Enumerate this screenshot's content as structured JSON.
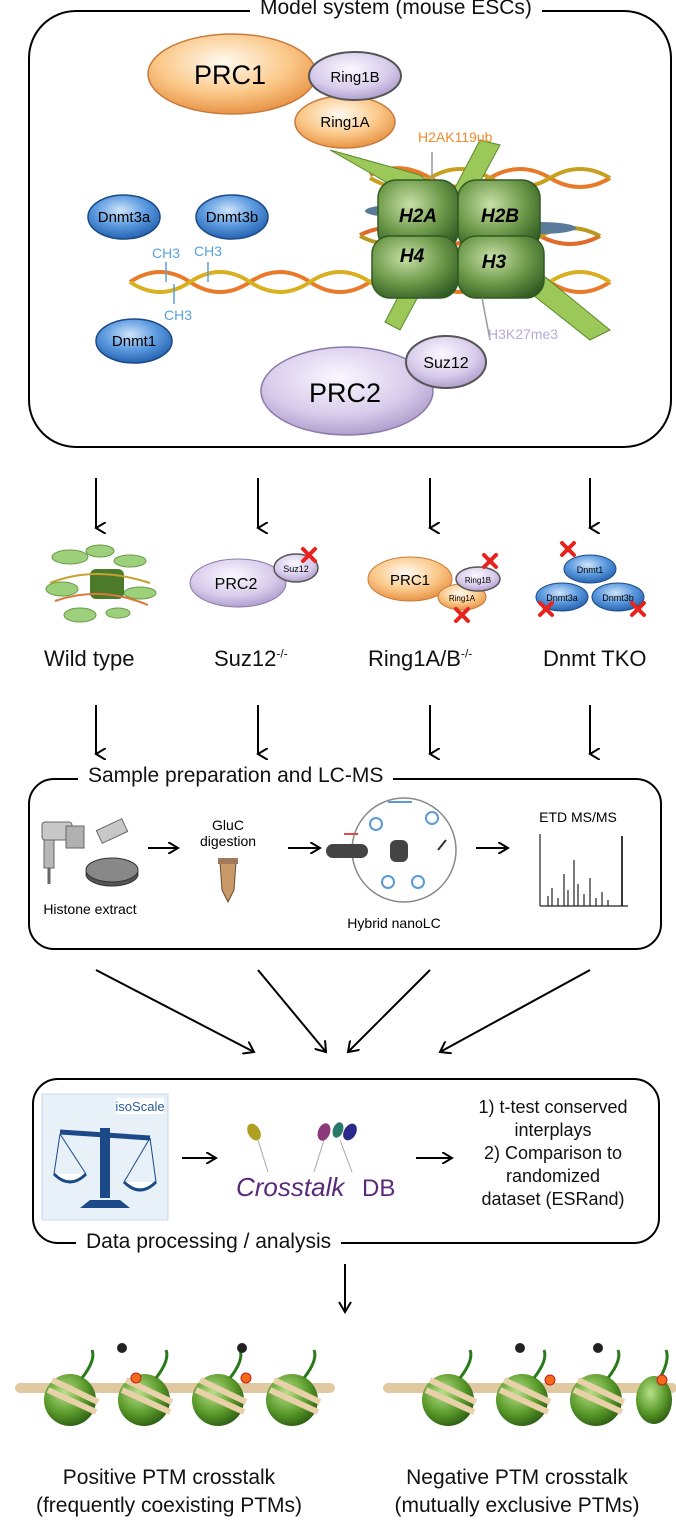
{
  "model_panel": {
    "title": "Model system (mouse ESCs)",
    "prc1": "PRC1",
    "ring1b": "Ring1B",
    "ring1a": "Ring1A",
    "h2ak119ub": "H2AK119ub",
    "h2a": "H2A",
    "h2b": "H2B",
    "h4": "H4",
    "h3": "H3",
    "dnmt3a": "Dnmt3a",
    "dnmt3b": "Dnmt3b",
    "dnmt1": "Dnmt1",
    "ch3": "CH3",
    "h3k27me3": "H3K27me3",
    "prc2": "PRC2",
    "suz12": "Suz12"
  },
  "conditions": [
    {
      "label": "Wild type",
      "sup": ""
    },
    {
      "label": "Suz12",
      "sup": "-/-",
      "complex": "PRC2",
      "sub": "Suz12"
    },
    {
      "label": "Ring1A/B",
      "sup": "-/-",
      "complex": "PRC1",
      "sub1": "Ring1B",
      "sub2": "Ring1A"
    },
    {
      "label": "Dnmt TKO",
      "sup": "",
      "sub1": "Dnmt1",
      "sub2": "Dnmt3a",
      "sub3": "Dnmt3b"
    }
  ],
  "lcms_panel": {
    "title": "Sample preparation and LC-MS",
    "histone_extract": "Histone extract",
    "gluc_line1": "GluC",
    "gluc_line2": "digestion",
    "hybrid": "Hybrid nanoLC",
    "etd": "ETD MS/MS"
  },
  "analysis_panel": {
    "title": "Data processing / analysis",
    "isoscale": "isoScale",
    "crosstalk_a": "Crosstalk",
    "crosstalk_b": "DB",
    "step1_line1": "1) t-test conserved",
    "step1_line2": "interplays",
    "step2_line1": "2) Comparison to",
    "step2_line2": "randomized",
    "step2_line3": "dataset (ESRand)"
  },
  "results": {
    "positive_line1": "Positive PTM crosstalk",
    "positive_line2": "(frequently coexisting PTMs)",
    "negative_line1": "Negative PTM crosstalk",
    "negative_line2": "(mutually exclusive PTMs)"
  },
  "colors": {
    "prc1": "#f4a35c",
    "prc2": "#c6b6dc",
    "dnmt": "#3b7fd0",
    "histone": "#5a8a3a",
    "ptm_label_orange": "#f08a2a",
    "ptm_label_purple": "#b8a8d8",
    "ch3": "#5aa0d8",
    "crosstalk_purple": "#5a2a7a",
    "knockout": "#e8221c"
  }
}
